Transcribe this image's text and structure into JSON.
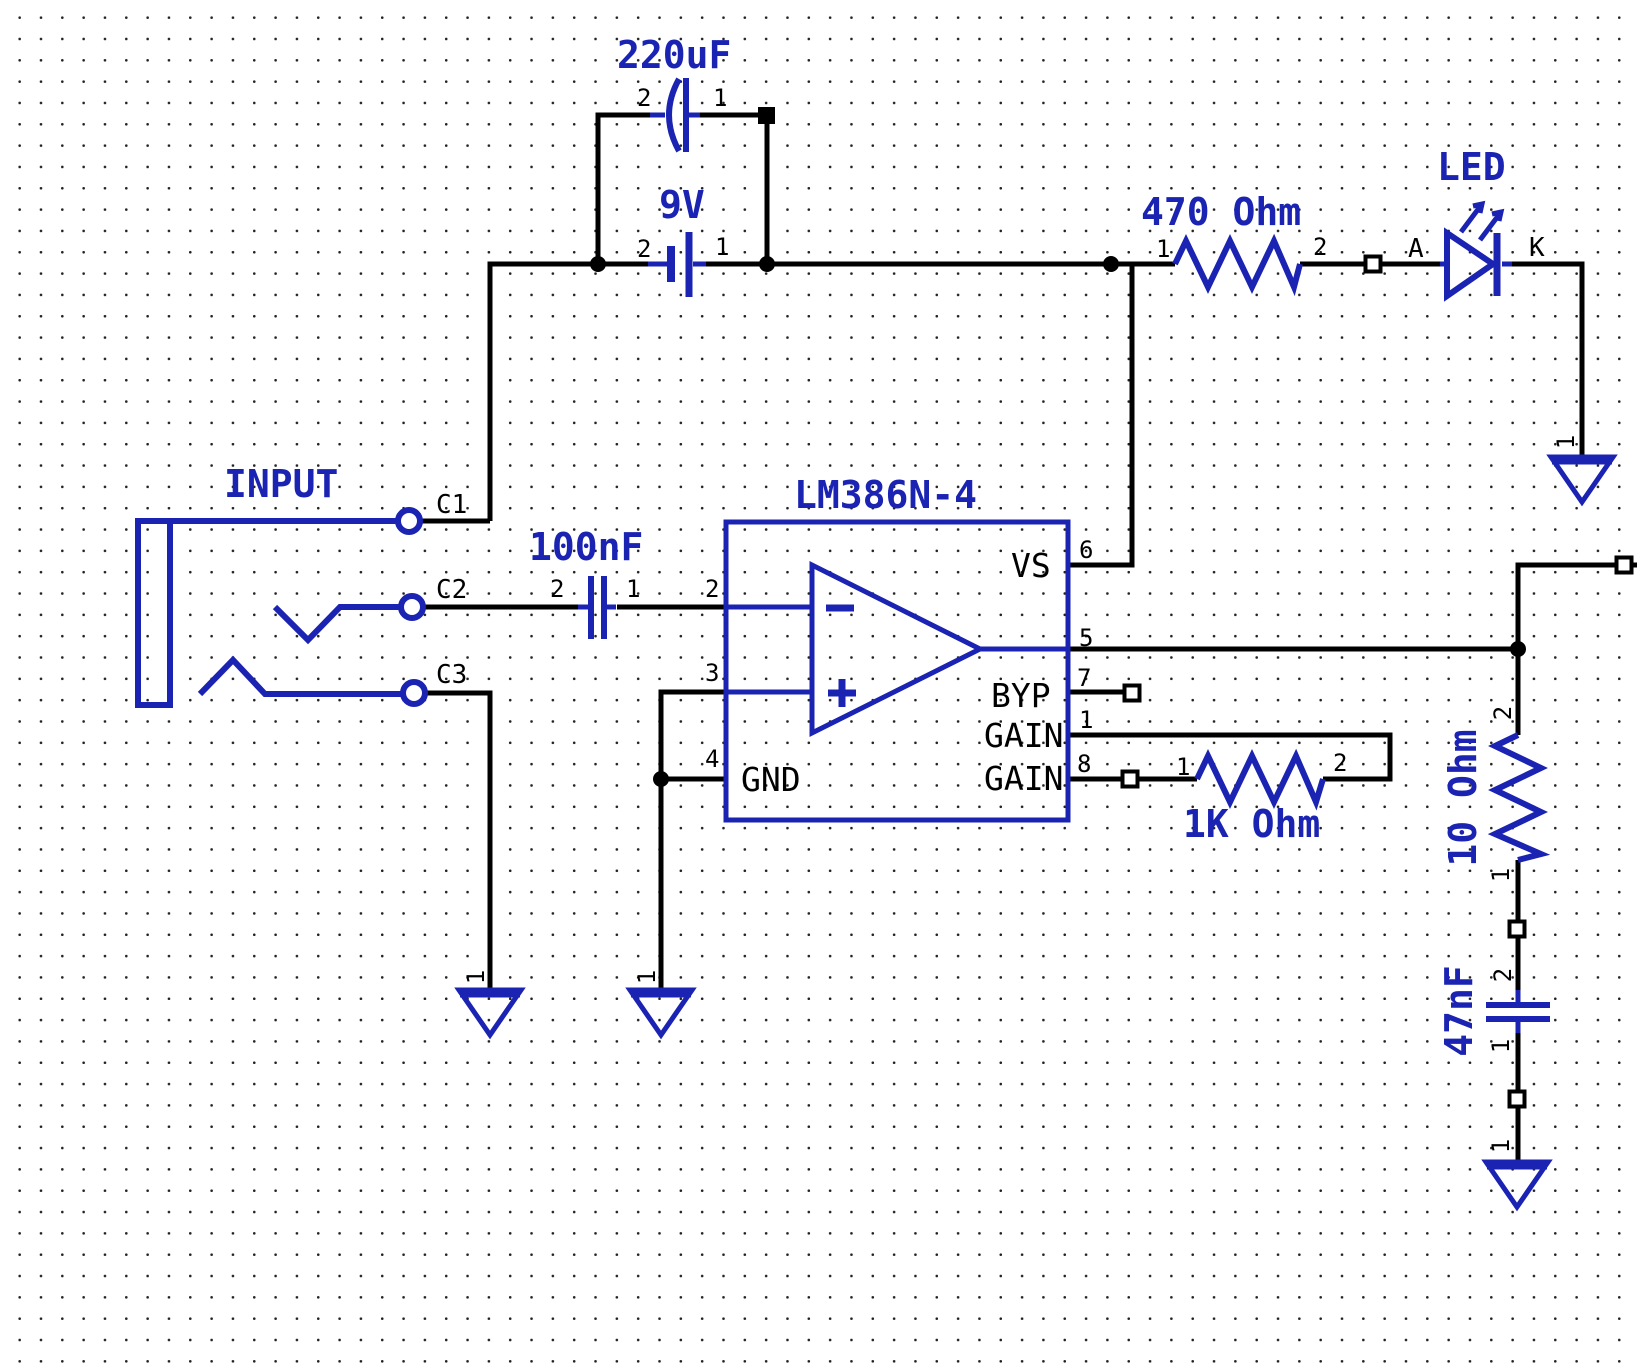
{
  "colors": {
    "symbol_blue": "#1a23b2",
    "wire_black": "#000000",
    "canvas_background": "#ffffff",
    "grid_dot": "#0a0a0a"
  },
  "components": {
    "cap220": {
      "value": "220uF",
      "pin_2": "2",
      "pin_1": "1"
    },
    "battery": {
      "value": "9V",
      "pin_2": "2",
      "pin_1": "1"
    },
    "r470": {
      "value": "470 Ohm",
      "pin_1": "1",
      "pin_2": "2"
    },
    "led": {
      "name": "LED",
      "anode": "A",
      "cathode": "K",
      "ground_pin": "1"
    },
    "jack": {
      "name": "INPUT",
      "c1": "C1",
      "c2": "C2",
      "c3": "C3"
    },
    "cap100n": {
      "value": "100nF",
      "pin_2": "2",
      "pin_1": "1"
    },
    "ic": {
      "part": "LM386N-4",
      "pin_no_2": "2",
      "pin_no_3": "3",
      "pin_no_4": "4",
      "pin_no_6": "6",
      "pin_no_5": "5",
      "pin_no_7": "7",
      "pin_no_1": "1",
      "pin_no_8": "8",
      "name_vs": "VS",
      "name_byp": "BYP",
      "name_gain_top": "GAIN",
      "name_gain_bottom": "GAIN",
      "name_gnd": "GND"
    },
    "r1k": {
      "value": "1K Ohm",
      "pin_1": "1",
      "pin_2": "2"
    },
    "r10": {
      "value": "10 Ohm",
      "pin_2": "2",
      "pin_1": "1"
    },
    "cap47n": {
      "value": "47nF",
      "pin_2": "2",
      "pin_1": "1"
    },
    "ground_input": {
      "pin": "1"
    },
    "ground_ic": {
      "pin": "1"
    },
    "ground_led": {
      "pin": "1"
    },
    "ground_out": {
      "pin": "1"
    }
  }
}
